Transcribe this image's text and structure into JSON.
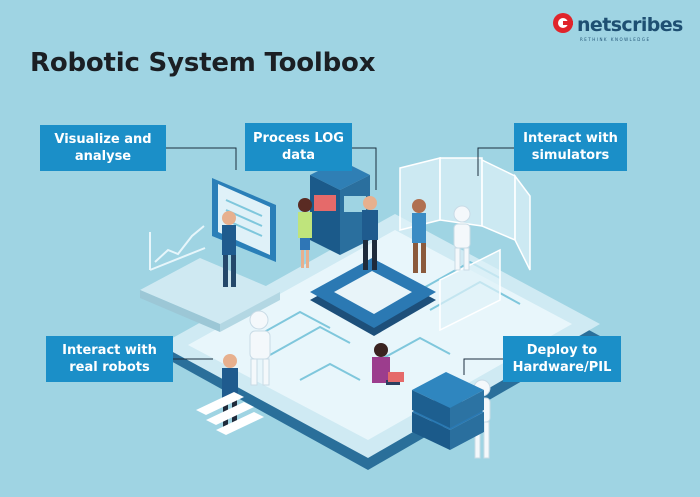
{
  "title": "Robotic System Toolbox",
  "logo": {
    "brand": "netscribes",
    "tagline": "RETHINK KNOWLEDGE",
    "icon": "netscribes-logo-mark"
  },
  "callouts": {
    "visualize": "Visualize and analyse",
    "process_log": "Process LOG data",
    "simulators": "Interact with simulators",
    "real_robots": "Interact with real robots",
    "deploy": "Deploy to Hardware/PIL"
  },
  "colors": {
    "background": "#9fd4e3",
    "callout": "#1b8fc8",
    "title": "#1b1f24",
    "brand": "#1e4f72",
    "logo_mark": "#e0242b"
  }
}
